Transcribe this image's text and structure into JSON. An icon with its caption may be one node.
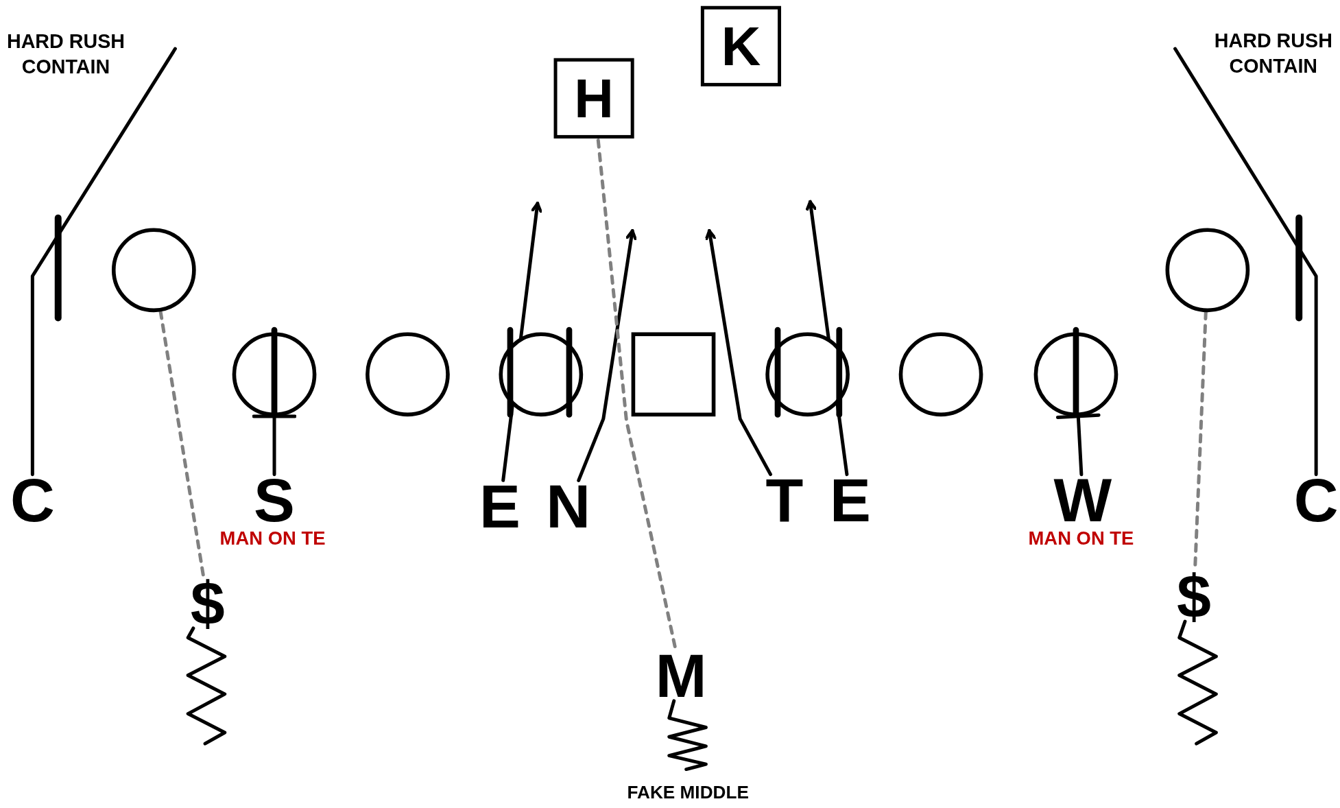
{
  "diagram": {
    "nodes": [
      {
        "text": [
          "K"
        ]
      },
      {
        "text": [
          "H"
        ]
      },
      {
        "text": [],
        "shape": "circle"
      },
      {
        "text": [],
        "shape": "circle"
      },
      {
        "text": [],
        "shape": "circle"
      },
      {
        "text": [],
        "shape": "circle"
      },
      {
        "text": [],
        "shape": "box"
      },
      {
        "text": [],
        "shape": "circle"
      },
      {
        "text": [],
        "shape": "circle"
      },
      {
        "text": [],
        "shape": "circle"
      },
      {
        "text": [],
        "shape": "circle"
      },
      {
        "text": [
          "C"
        ]
      },
      {
        "text": [
          "S"
        ],
        "beside": [
          "MAN ON TE"
        ]
      },
      {
        "text": [
          "E"
        ]
      },
      {
        "text": [
          "N"
        ]
      },
      {
        "text": [
          "T"
        ]
      },
      {
        "text": [
          "E"
        ]
      },
      {
        "text": [
          "W"
        ],
        "beside": [
          "MAN ON TE"
        ]
      },
      {
        "text": [
          "C"
        ]
      },
      {
        "text": [
          "$"
        ]
      },
      {
        "text": [
          "M"
        ]
      },
      {
        "text": [
          "$"
        ]
      }
    ],
    "edges": [
      {
        "from": 11,
        "to": null,
        "arrow": "none"
      },
      {
        "from": 18,
        "to": null,
        "arrow": "none"
      },
      {
        "from": 12,
        "to": 3,
        "arrow": "other"
      },
      {
        "from": 17,
        "to": 9,
        "arrow": "other"
      },
      {
        "from": 13,
        "to": null,
        "arrow": "to"
      },
      {
        "from": 14,
        "to": null,
        "arrow": "to"
      },
      {
        "from": 15,
        "to": null,
        "arrow": "to"
      },
      {
        "from": 16,
        "to": null,
        "arrow": "to"
      },
      {
        "from": 1,
        "to": 20,
        "arrow": "none",
        "style": "dashed",
        "color": "#808080"
      },
      {
        "from": 2,
        "to": 19,
        "arrow": "none",
        "style": "dashed",
        "color": "#808080"
      },
      {
        "from": 10,
        "to": 21,
        "arrow": "none",
        "style": "dashed",
        "color": "#808080"
      },
      {
        "from": 19,
        "to": null,
        "arrow": "none"
      },
      {
        "from": 21,
        "to": null,
        "arrow": "none"
      },
      {
        "from": 20,
        "to": null,
        "arrow": "none"
      }
    ],
    "labels": [
      "HARD RUSH CONTAIN",
      "HARD RUSH CONTAIN",
      "FAKE MIDDLE"
    ]
  }
}
